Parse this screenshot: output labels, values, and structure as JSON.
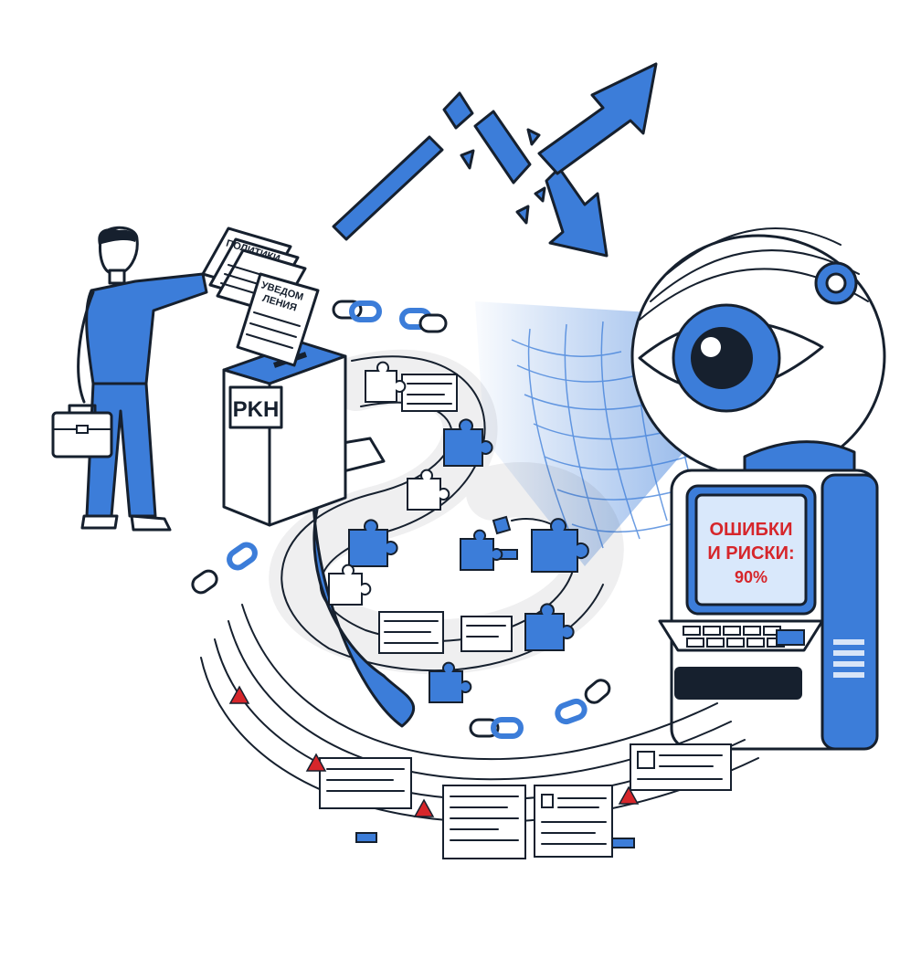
{
  "documents": {
    "policies_label": "ПОЛИТИКИ",
    "notifications_line1": "УВЕДОМ",
    "notifications_line2": "ЛЕНИЯ"
  },
  "ballot_box": {
    "label": "PKH"
  },
  "terminal": {
    "screen_line1": "ОШИБКИ",
    "screen_line2": "И РИСКИ:",
    "screen_line3": "90%"
  },
  "colors": {
    "accent_blue": "#3c7dd9",
    "ink": "#16202e",
    "screen_bg": "#d9e8fb",
    "alert_red": "#d6262b"
  },
  "icons": [
    "broken-arrow-icon",
    "robot-eye-icon",
    "chain-link-icon",
    "puzzle-piece-icon",
    "warning-triangle-icon",
    "briefcase-icon"
  ]
}
